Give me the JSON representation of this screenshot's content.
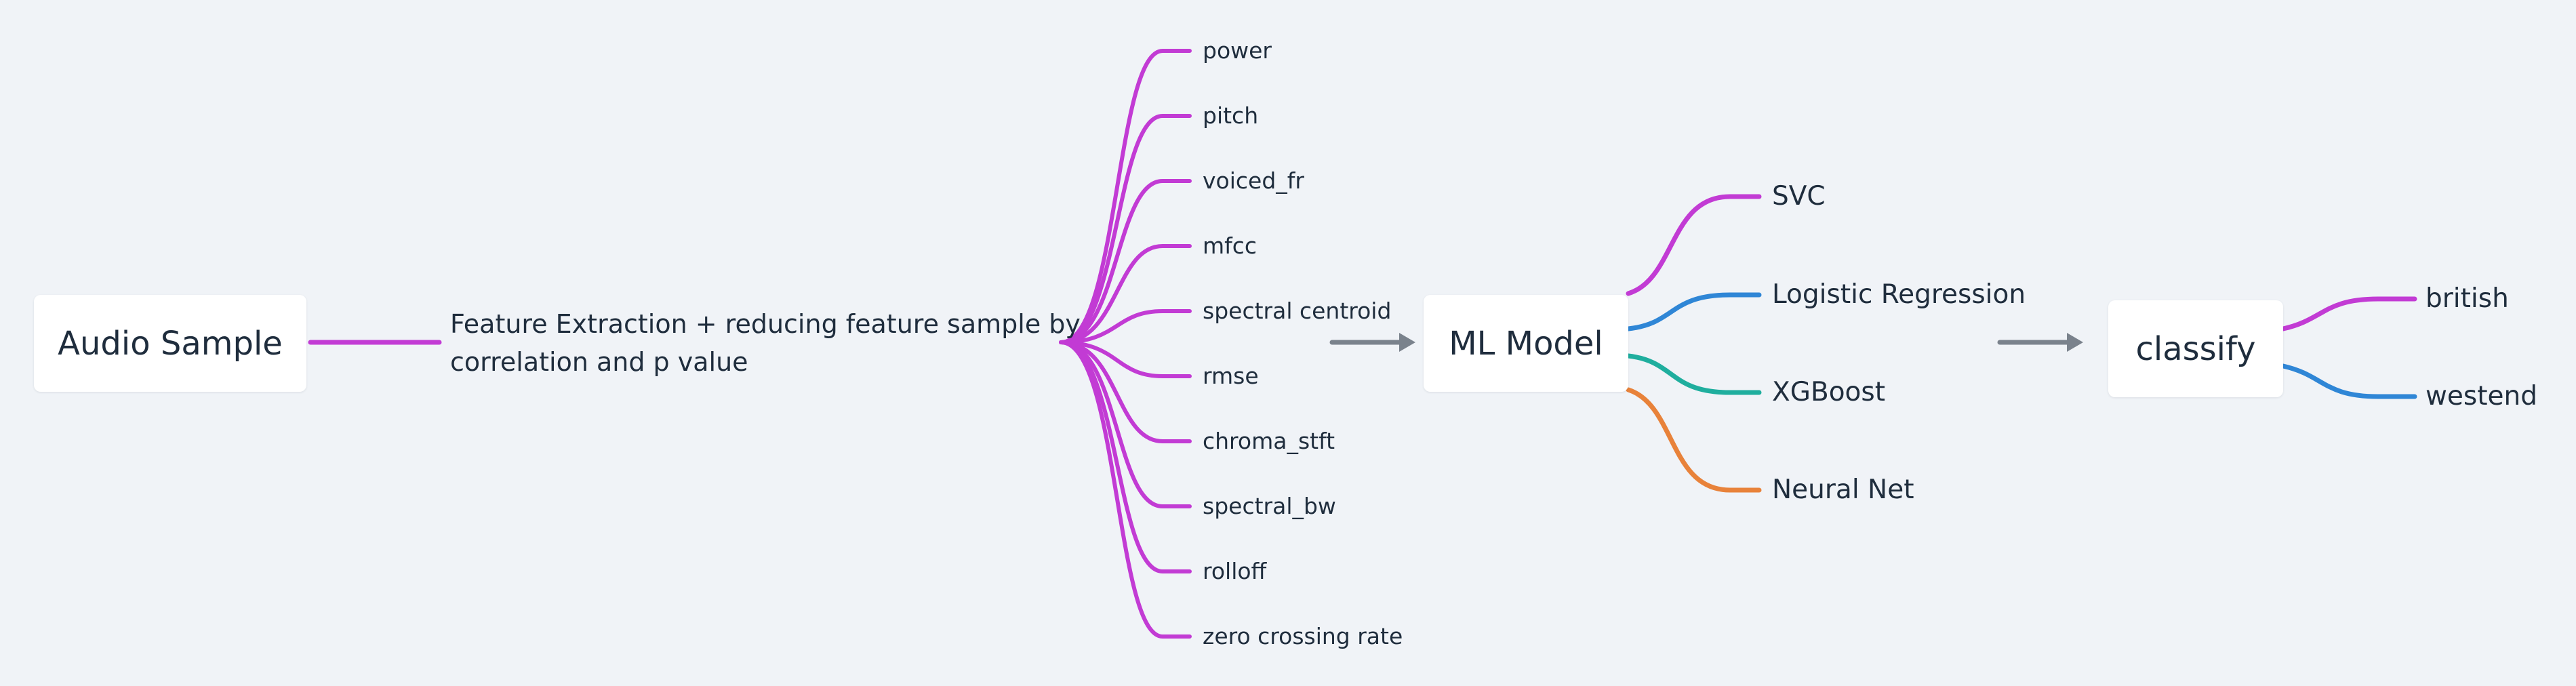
{
  "root": {
    "label": "Audio Sample"
  },
  "extraction": {
    "label": "Feature Extraction + reducing feature sample by correlation and p value"
  },
  "features": [
    "power",
    "pitch",
    "voiced_fr",
    "mfcc",
    "spectral centroid",
    "rmse",
    "chroma_stft",
    "spectral_bw",
    "rolloff",
    "zero crossing rate"
  ],
  "ml_model": {
    "label": "ML Model"
  },
  "models": [
    {
      "label": "SVC",
      "color": "#c23bd4"
    },
    {
      "label": "Logistic Regression",
      "color": "#2f86d6"
    },
    {
      "label": "XGBoost",
      "color": "#1fae9e"
    },
    {
      "label": "Neural Net",
      "color": "#e8823a"
    }
  ],
  "classify": {
    "label": "classify"
  },
  "classes": [
    {
      "label": "british",
      "color": "#c23bd4"
    },
    {
      "label": "westend",
      "color": "#2f86d6"
    }
  ],
  "colors": {
    "branch": "#c23bd4",
    "arrow": "#7a828c"
  }
}
